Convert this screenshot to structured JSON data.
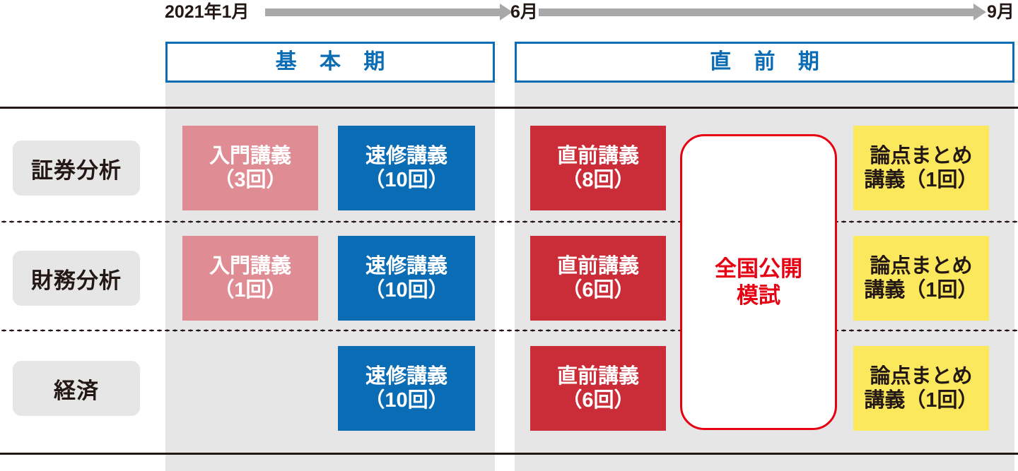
{
  "timeline": {
    "start_label": "2021年1月",
    "mid_label": "6月",
    "end_label": "9月",
    "arrow_color": "#a8a8a8"
  },
  "periods": [
    {
      "key": "basic",
      "label": "基 本 期",
      "color": "#0a6cb4"
    },
    {
      "key": "direct",
      "label": "直 前 期",
      "color": "#0a6cb4"
    }
  ],
  "subjects": [
    {
      "key": "securities",
      "label": "証券分析"
    },
    {
      "key": "financial",
      "label": "財務分析"
    },
    {
      "key": "economics",
      "label": "経済"
    }
  ],
  "courses": {
    "intro": {
      "name": "入門講義",
      "color": "#e08c94",
      "text_color": "#ffffff"
    },
    "speed": {
      "name": "速修講義",
      "color": "#0a6cb4",
      "text_color": "#ffffff"
    },
    "direct": {
      "name": "直前講義",
      "color": "#ca2c38",
      "text_color": "#ffffff"
    },
    "summary": {
      "name": "論点まとめ",
      "color": "#fbe85c",
      "text_color": "#231815"
    }
  },
  "cells": {
    "r0_intro_line1": "入門講義",
    "r0_intro_line2": "（3回）",
    "r0_speed_line1": "速修講義",
    "r0_speed_line2": "（10回）",
    "r0_direct_line1": "直前講義",
    "r0_direct_line2": "（8回）",
    "r0_summary_line1": "論点まとめ",
    "r0_summary_line2": "講義（1回）",
    "r1_intro_line1": "入門講義",
    "r1_intro_line2": "（1回）",
    "r1_speed_line1": "速修講義",
    "r1_speed_line2": "（10回）",
    "r1_direct_line1": "直前講義",
    "r1_direct_line2": "（6回）",
    "r1_summary_line1": "論点まとめ",
    "r1_summary_line2": "講義（1回）",
    "r2_speed_line1": "速修講義",
    "r2_speed_line2": "（10回）",
    "r2_direct_line1": "直前講義",
    "r2_direct_line2": "（6回）",
    "r2_summary_line1": "論点まとめ",
    "r2_summary_line2": "講義（1回）"
  },
  "mock_exam": {
    "line1": "全国公開",
    "line2": "模試",
    "color": "#e60012"
  },
  "colors": {
    "background": "#ffffff",
    "column_grey": "#e6e6e6",
    "label_grey": "#e6e6e6",
    "rule": "#231815",
    "accent_blue": "#0a6cb4",
    "accent_red": "#e60012"
  }
}
